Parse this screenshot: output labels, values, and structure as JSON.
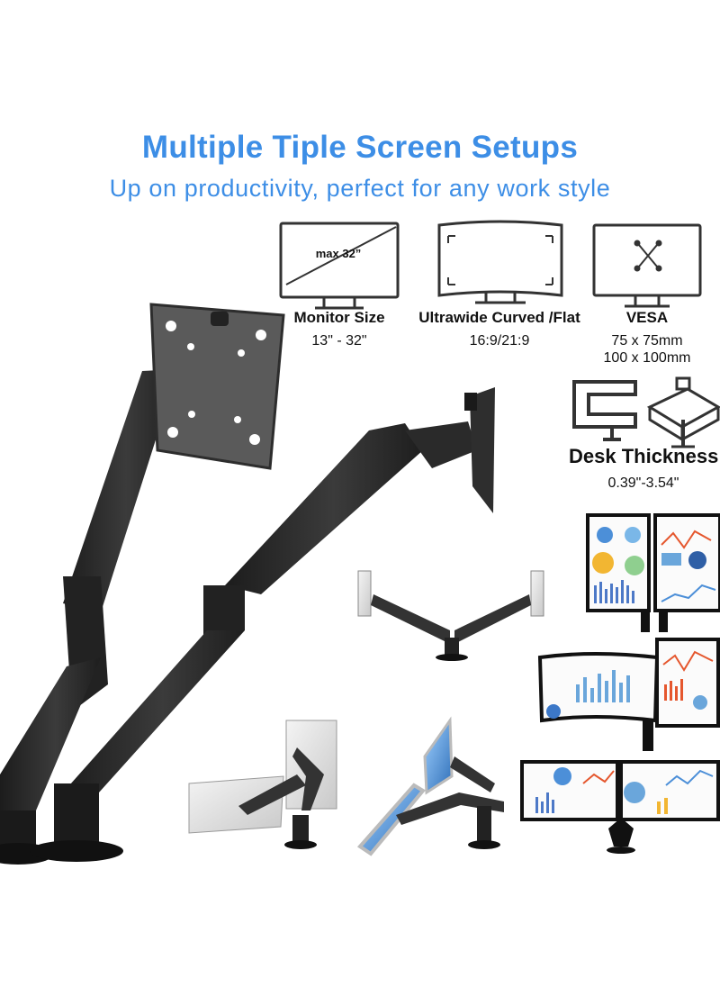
{
  "headline": "Multiple Tiple Screen Setups",
  "subheadline": "Up on productivity, perfect for any work style",
  "specs": [
    {
      "icon": "monitor-size-icon",
      "badge": "max 32”",
      "label": "Monitor Size",
      "value": "13\" - 32\""
    },
    {
      "icon": "curved-monitor-icon",
      "label": "Ultrawide Curved /Flat",
      "value": "16:9/21:9"
    },
    {
      "icon": "vesa-icon",
      "label": "VESA",
      "values": [
        "75 x 75mm",
        "100 x 100mm"
      ]
    }
  ],
  "desk": {
    "label": "Desk Thickness",
    "value": "0.39\"-3.54\""
  },
  "colors": {
    "accent": "#3d8ee6",
    "arm": "#2a2a2a",
    "icon": "#333333"
  }
}
